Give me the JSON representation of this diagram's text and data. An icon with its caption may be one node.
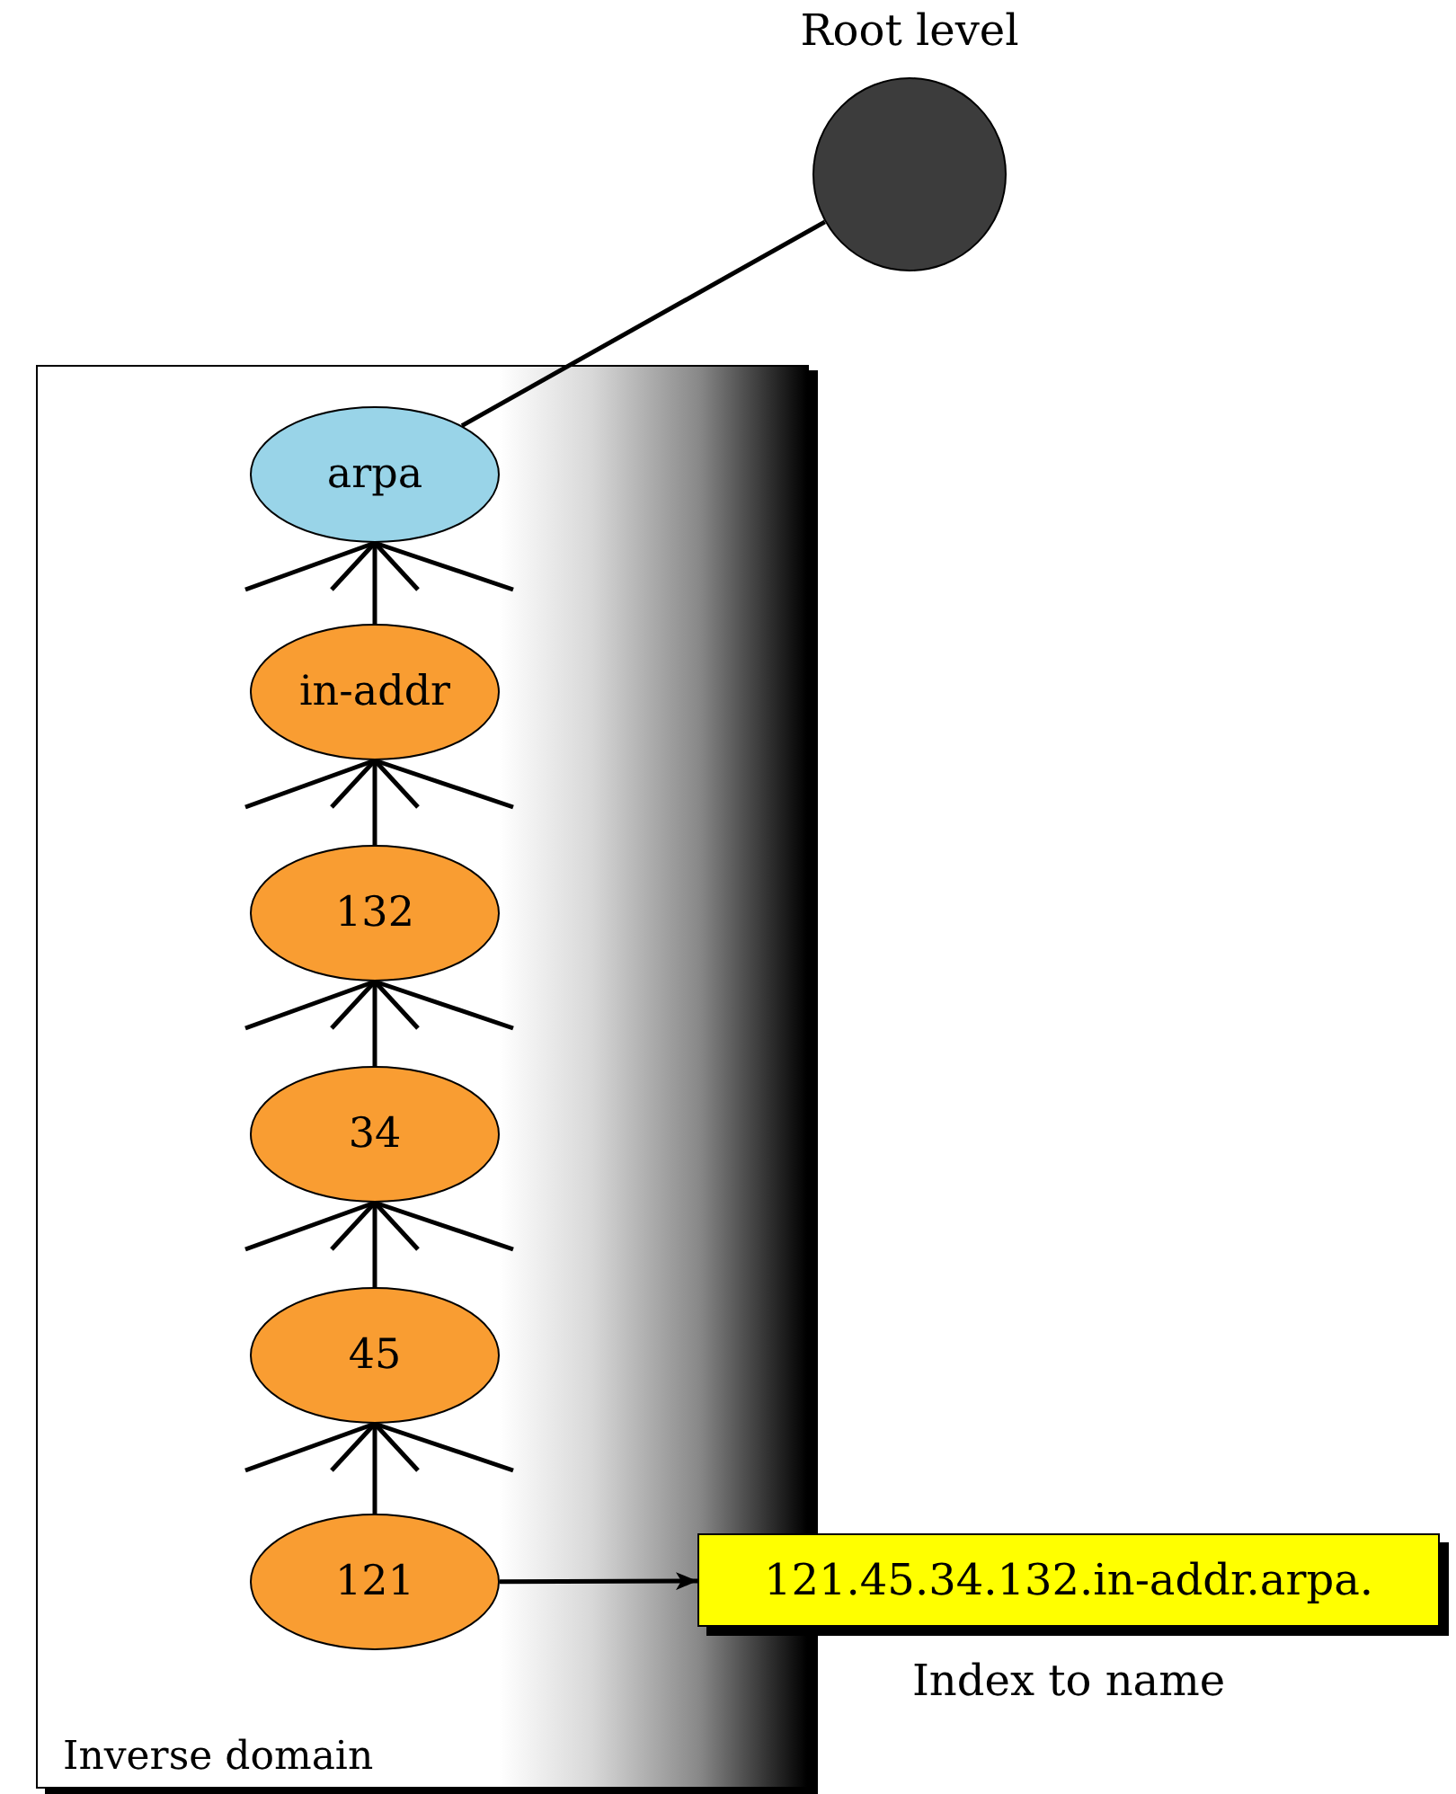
{
  "diagram": {
    "nodes": [
      {
        "text": [],
        "shape": "circle",
        "beside": [
          "Root level"
        ]
      },
      {
        "text": [
          "Inverse domain"
        ]
      },
      {
        "text": [
          "arpa"
        ],
        "in": 1
      },
      {
        "text": [
          "in-addr"
        ],
        "in": 1
      },
      {
        "text": [
          "132"
        ],
        "in": 1
      },
      {
        "text": [
          "34"
        ],
        "in": 1
      },
      {
        "text": [
          "45"
        ],
        "in": 1
      },
      {
        "text": [
          "121"
        ],
        "in": 1
      },
      {
        "text": [
          "121.45.34.132.in-addr.arpa."
        ],
        "beside": [
          "Index to name"
        ]
      }
    ],
    "edges": [
      {
        "from": 0,
        "to": 2,
        "arrow": "none"
      },
      {
        "from": 2,
        "to": 3,
        "arrow": "none"
      },
      {
        "from": 3,
        "to": 4,
        "arrow": "none"
      },
      {
        "from": 4,
        "to": 5,
        "arrow": "none"
      },
      {
        "from": 5,
        "to": 6,
        "arrow": "none"
      },
      {
        "from": 6,
        "to": 7,
        "arrow": "none"
      },
      {
        "from": 7,
        "to": 8,
        "arrow": "to"
      },
      {
        "from": 2,
        "to": null,
        "arrow": "none"
      },
      {
        "from": 2,
        "to": null,
        "arrow": "none"
      },
      {
        "from": 2,
        "to": null,
        "arrow": "none"
      },
      {
        "from": 2,
        "to": null,
        "arrow": "none"
      },
      {
        "from": 3,
        "to": null,
        "arrow": "none"
      },
      {
        "from": 3,
        "to": null,
        "arrow": "none"
      },
      {
        "from": 3,
        "to": null,
        "arrow": "none"
      },
      {
        "from": 3,
        "to": null,
        "arrow": "none"
      },
      {
        "from": 4,
        "to": null,
        "arrow": "none"
      },
      {
        "from": 4,
        "to": null,
        "arrow": "none"
      },
      {
        "from": 4,
        "to": null,
        "arrow": "none"
      },
      {
        "from": 4,
        "to": null,
        "arrow": "none"
      },
      {
        "from": 5,
        "to": null,
        "arrow": "none"
      },
      {
        "from": 5,
        "to": null,
        "arrow": "none"
      },
      {
        "from": 5,
        "to": null,
        "arrow": "none"
      },
      {
        "from": 5,
        "to": null,
        "arrow": "none"
      },
      {
        "from": 6,
        "to": null,
        "arrow": "none"
      },
      {
        "from": 6,
        "to": null,
        "arrow": "none"
      },
      {
        "from": 6,
        "to": null,
        "arrow": "none"
      },
      {
        "from": 6,
        "to": null,
        "arrow": "none"
      }
    ]
  }
}
